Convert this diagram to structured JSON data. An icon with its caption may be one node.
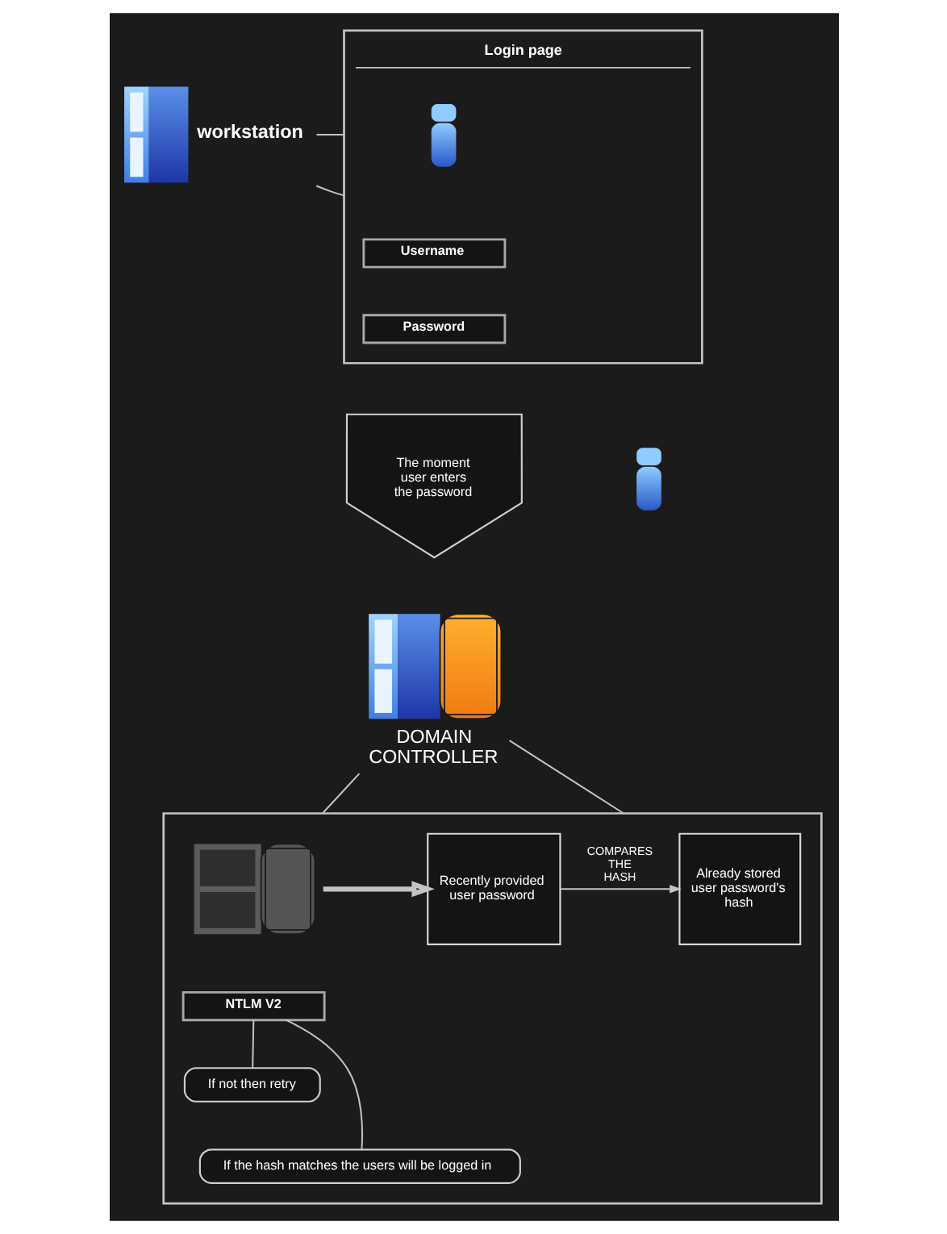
{
  "diagram": {
    "nodes": [
      {
        "text": [],
        "shape": "picture",
        "beside": [
          "workstation"
        ]
      },
      {
        "text": [
          "Login page"
        ]
      },
      {
        "text": [],
        "shape": "person",
        "in": 1
      },
      {
        "text": [
          "Username"
        ],
        "in": 1
      },
      {
        "text": [
          "Password"
        ],
        "in": 1
      },
      {
        "text": [
          "The moment user enters the password"
        ]
      },
      {
        "text": [],
        "shape": "person"
      },
      {
        "text": [],
        "shape": "picture",
        "beside": [
          "DOMAIN CONTROLLER"
        ]
      },
      {
        "text": [],
        "shape": "box"
      },
      {
        "text": [],
        "shape": "picture",
        "in": 8
      },
      {
        "text": [
          "Recently provided user password"
        ],
        "in": 8
      },
      {
        "text": [
          "Already stored user password's hash"
        ],
        "in": 8
      },
      {
        "text": [
          "NTLM V2"
        ],
        "in": 8
      },
      {
        "text": [
          "If not then retry"
        ],
        "in": 8
      },
      {
        "text": [
          "If the hash matches the users will be logged in"
        ],
        "in": 8
      }
    ],
    "edges": [
      {
        "from": 0,
        "to": 1,
        "arrow": "none"
      },
      {
        "from": 0,
        "to": 1,
        "arrow": "none"
      },
      {
        "from": 7,
        "to": 8,
        "arrow": "none"
      },
      {
        "from": 7,
        "to": 8,
        "arrow": "none"
      },
      {
        "from": 9,
        "to": 10,
        "arrow": "to",
        "style": "thick"
      },
      {
        "from": 10,
        "to": 11,
        "arrow": "to",
        "label": "COMPARES THE HASH"
      },
      {
        "from": 12,
        "to": 13,
        "arrow": "none"
      },
      {
        "from": 12,
        "to": 14,
        "arrow": "none"
      }
    ]
  }
}
